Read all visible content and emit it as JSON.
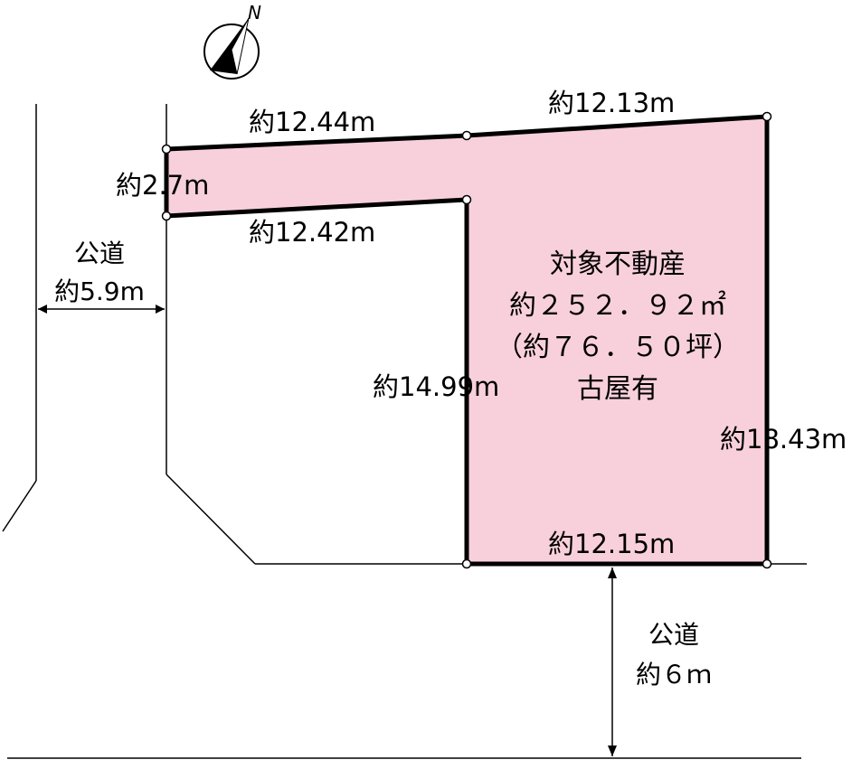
{
  "compass": {
    "north_label": "N",
    "icon": "north-arrow-icon"
  },
  "dimensions": {
    "top_left": "約12.44m",
    "top_right": "約12.13m",
    "left_short": "約2.7m",
    "flag_bottom": "約12.42m",
    "inner_vertical": "約14.99m",
    "right": "約18.43m",
    "bottom": "約12.15m"
  },
  "property": {
    "title": "対象不動産",
    "area_sqm": "約２５２．９２㎡",
    "area_tsubo": "（約７６．５０坪）",
    "note": "古屋有"
  },
  "roads": {
    "west": {
      "label": "公道",
      "width": "約5.9m"
    },
    "south": {
      "label": "公道",
      "width": "約６ｍ"
    }
  },
  "colors": {
    "lot_fill": "#f8d0dc",
    "boundary": "#000000",
    "line": "#000000"
  }
}
